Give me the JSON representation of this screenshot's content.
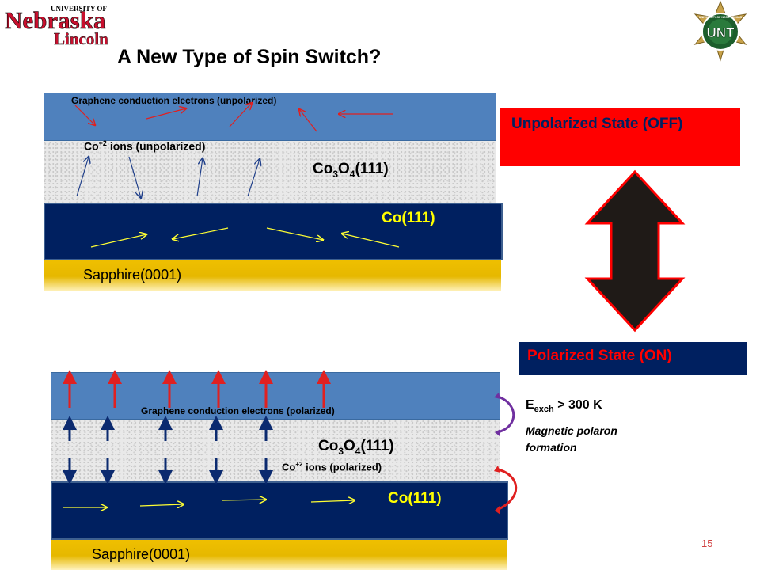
{
  "header": {
    "left_logo": {
      "line1": "UNIVERSITY OF",
      "line2": "Nebraska",
      "line3": "Lincoln"
    },
    "right_logo": {
      "ring_text": "UNIVERSITY OF NORTH TEXAS",
      "initials": "UNT"
    },
    "title": "A  New Type of Spin Switch?"
  },
  "top_diagram": {
    "graphene_label": "Graphene conduction electrons (unpolarized)",
    "ions_label_prefix": "Co",
    "ions_label_sup": "+2",
    "ions_label_suffix": " ions (unpolarized)",
    "oxide_base": "Co",
    "oxide_sub1": "3",
    "oxide_mid": "O",
    "oxide_sub2": "4",
    "oxide_suffix": "(111)",
    "cobalt_label": "Co(111)",
    "substrate_label": "Sapphire(0001)"
  },
  "bottom_diagram": {
    "graphene_label": "Graphene conduction electrons (polarized)",
    "ions_label_prefix": "Co",
    "ions_label_sup": "+2",
    "ions_label_suffix": " ions (polarized)",
    "oxide_base": "Co",
    "oxide_sub1": "3",
    "oxide_mid": "O",
    "oxide_sub2": "4",
    "oxide_suffix": "(111)",
    "cobalt_label": "Co(111)",
    "substrate_label": "Sapphire(0001)"
  },
  "states": {
    "off_label": "Unpolarized State (OFF)",
    "on_label": "Polarized State (ON)"
  },
  "annotations": {
    "eexch_main": "E",
    "eexch_sub": "exch",
    "eexch_rest": " > 300 K",
    "note": "Magnetic polaron formation"
  },
  "page_number": "15",
  "colors": {
    "graphene": "#4f81bd",
    "cobalt": "#002060",
    "sapphire": "#f0c000",
    "red_box": "#ff0000",
    "arrow_fill": "#1f1a17",
    "cobalt_text": "#ffff00",
    "purple_bracket": "#7030a0"
  }
}
